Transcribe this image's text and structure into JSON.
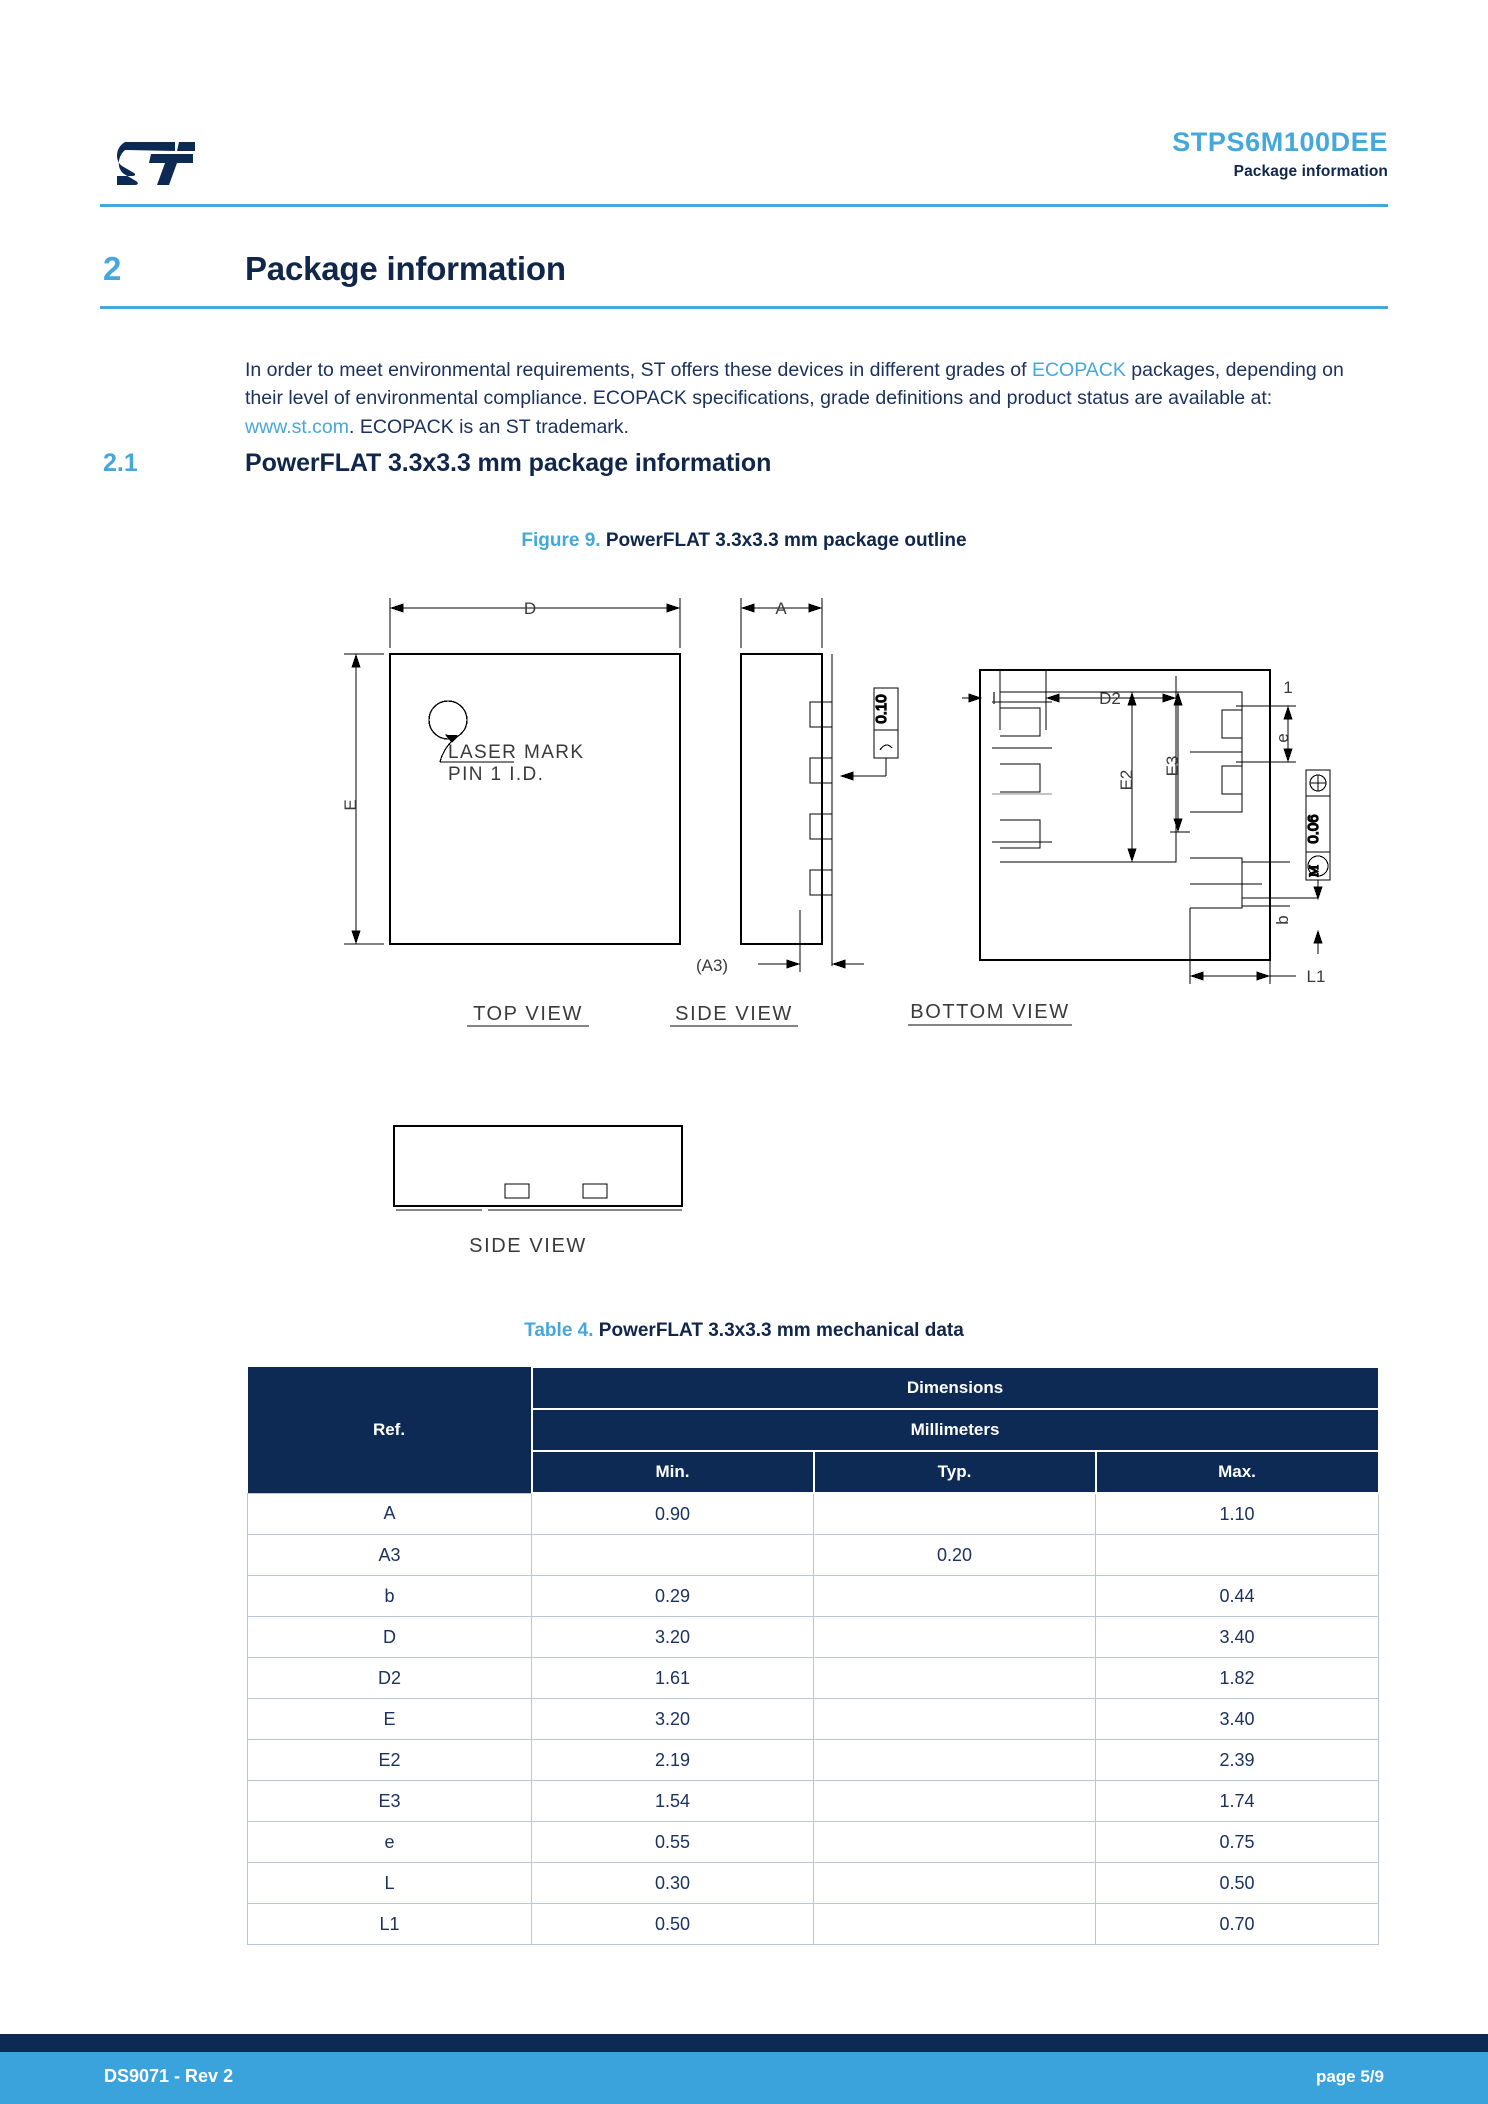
{
  "header": {
    "part_number": "STPS6M100DEE",
    "section_name": "Package information",
    "logo": "st-logo"
  },
  "section": {
    "number": "2",
    "title": "Package information"
  },
  "intro": {
    "text_part_1": "In order to meet environmental requirements, ST offers these devices in different grades of ",
    "link_1": "ECOPACK",
    "text_part_2": " packages, depending on their level of environmental compliance. ECOPACK specifications, grade definitions and product status are available at: ",
    "link_2": "www.st.com",
    "text_part_3": ". ECOPACK is an ST trademark."
  },
  "subsection": {
    "number": "2.1",
    "title": "PowerFLAT 3.3x3.3 mm package information"
  },
  "figure": {
    "label": "Figure 9.",
    "caption": "PowerFLAT 3.3x3.3 mm package outline",
    "views": {
      "top": "TOP VIEW",
      "side": "SIDE VIEW",
      "bottom": "BOTTOM VIEW",
      "side_lower": "SIDE VIEW"
    },
    "annotations": {
      "d": "D",
      "e": "E",
      "a": "A",
      "a3": "(A3)",
      "d2": "D2",
      "e2": "E2",
      "e3": "E3",
      "pitch": "e",
      "b": "b",
      "l": "l",
      "l1": "L1",
      "pin_one": "1",
      "laser_mark_line1": "LASER MARK",
      "laser_mark_line2": "PIN 1 I.D.",
      "flatness_tol": "0.10",
      "position_tol": "0.06",
      "mmc_symbol": "M"
    }
  },
  "table": {
    "label": "Table 4.",
    "caption": "PowerFLAT 3.3x3.3 mm mechanical data",
    "headers": {
      "ref": "Ref.",
      "dimensions": "Dimensions",
      "units": "Millimeters",
      "min": "Min.",
      "typ": "Typ.",
      "max": "Max."
    },
    "rows": [
      {
        "ref": "A",
        "min": "0.90",
        "typ": "",
        "max": "1.10"
      },
      {
        "ref": "A3",
        "min": "",
        "typ": "0.20",
        "max": ""
      },
      {
        "ref": "b",
        "min": "0.29",
        "typ": "",
        "max": "0.44"
      },
      {
        "ref": "D",
        "min": "3.20",
        "typ": "",
        "max": "3.40"
      },
      {
        "ref": "D2",
        "min": "1.61",
        "typ": "",
        "max": "1.82"
      },
      {
        "ref": "E",
        "min": "3.20",
        "typ": "",
        "max": "3.40"
      },
      {
        "ref": "E2",
        "min": "2.19",
        "typ": "",
        "max": "2.39"
      },
      {
        "ref": "E3",
        "min": "1.54",
        "typ": "",
        "max": "1.74"
      },
      {
        "ref": "e",
        "min": "0.55",
        "typ": "",
        "max": "0.75"
      },
      {
        "ref": "L",
        "min": "0.30",
        "typ": "",
        "max": "0.50"
      },
      {
        "ref": "L1",
        "min": "0.50",
        "typ": "",
        "max": "0.70"
      }
    ]
  },
  "footer": {
    "doc_id": "DS9071 - Rev 2",
    "page_number": "page 5/9"
  },
  "colors": {
    "accent_light_blue": "#45a8dd",
    "accent_navy": "#10264a",
    "body_text": "#1b3260",
    "table_header_bg": "#0d2a54",
    "footer_band": "#3aa3dc"
  }
}
